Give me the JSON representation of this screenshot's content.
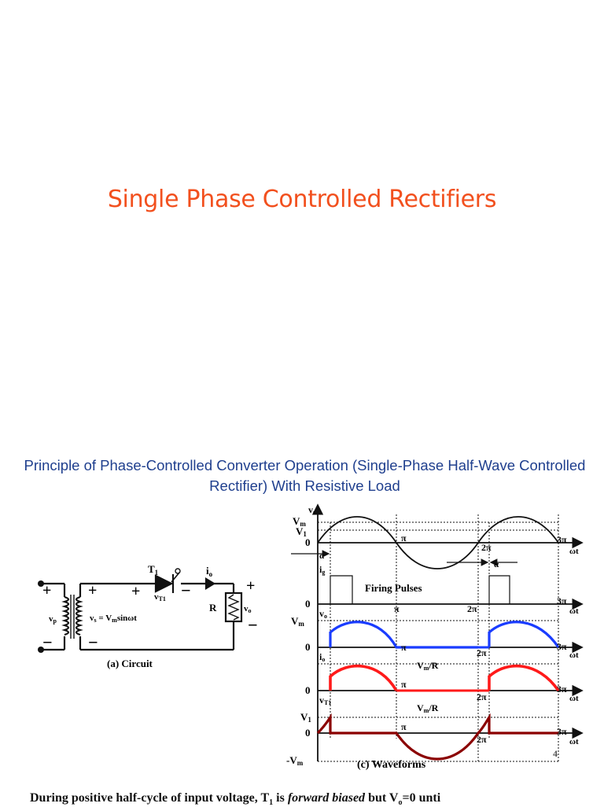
{
  "slide": {
    "title": "Single Phase  Controlled Rectifiers"
  },
  "section": {
    "title": "Principle of Phase-Controlled Converter Operation  (Single-Phase Half-Wave Controlled Rectifier)  With Resistive Load"
  },
  "circuit": {
    "caption": "(a) Circuit",
    "thyristor_label": "T",
    "thyristor_sub": "1",
    "thyristor_voltage": "v",
    "thyristor_voltage_sub": "T1",
    "current_label": "i",
    "current_sub": "o",
    "primary_label": "v",
    "primary_sub": "p",
    "secondary_equation": "v",
    "secondary_sub": "s",
    "secondary_rhs": " = V",
    "secondary_rhs_sub": "m",
    "secondary_tail": "sinωt",
    "load_label": "R",
    "output_label": "v",
    "output_sub": "o",
    "plus": "+",
    "minus": "−"
  },
  "waveforms": {
    "caption": "(c) Waveforms",
    "vs_label": "v",
    "vs_sub": "s",
    "vm_label": "V",
    "vm_sub": "m",
    "v1_label": "V",
    "v1_sub": "1",
    "zero": "0",
    "pi": "π",
    "two_pi": "2π",
    "three_pi": "3π",
    "omega_t": "ωt",
    "alpha": "α",
    "ig_label": "i",
    "ig_sub": "g",
    "firing_pulses": "Firing Pulses",
    "vo_label": "v",
    "vo_sub": "o",
    "io_label": "i",
    "io_sub": "o",
    "vm_over_r": "V",
    "vm_over_r_sub": "m",
    "vm_over_r_tail": "/R",
    "vt1_label": "v",
    "vt1_sub": "T1",
    "neg_vm": "-V",
    "neg_vm_sub": "m",
    "page_number": "4"
  },
  "body": {
    "line_start": "During positive half-cycle of input voltage, T",
    "line_sub": "1",
    "line_mid": " is ",
    "line_italic": "forward biased",
    "line_end": " but V",
    "line_end_sub": "o",
    "line_tail": "=0 unti"
  },
  "colors": {
    "title": "#f2501e",
    "subtitle": "#1f3f8e",
    "vo_trace": "#1a3cff",
    "io_trace": "#ff1a1a",
    "vt_trace": "#8b0000"
  }
}
